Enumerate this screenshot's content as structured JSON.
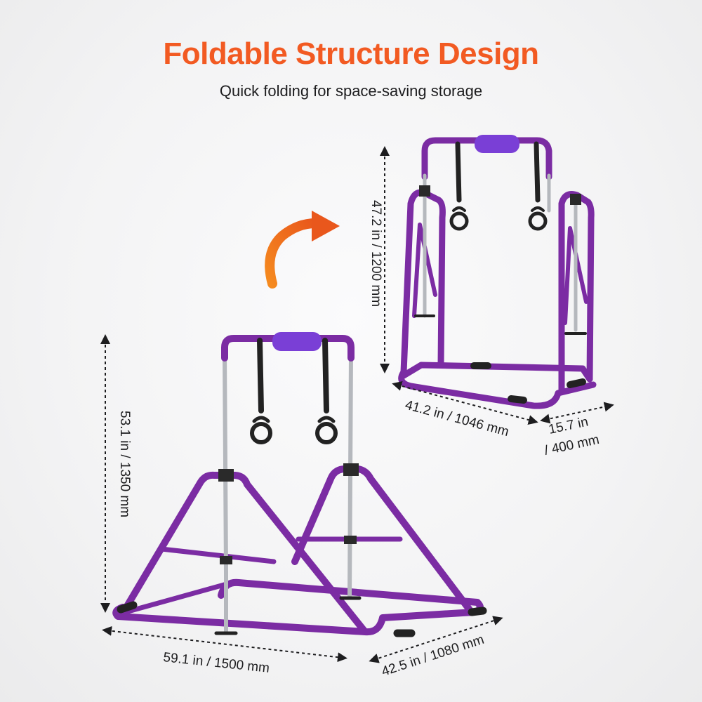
{
  "header": {
    "title": "Foldable Structure Design",
    "subtitle": "Quick folding for space-saving storage"
  },
  "colors": {
    "title": "#f25a22",
    "frame": "#7b2ca3",
    "frame_highlight": "#9a45c4",
    "pad": "#7a3fd6",
    "pole": "#b5b8bd",
    "strap": "#222222",
    "arrow": "#f07a1e"
  },
  "unfolded": {
    "height_label": "53.1 in / 1350 mm",
    "width_label": "59.1 in / 1500 mm",
    "depth_label": "42.5 in / 1080 mm"
  },
  "folded": {
    "height_label": "47.2 in / 1200 mm",
    "width_label": "41.2 in / 1046 mm",
    "depth_label_line1": "15.7 in",
    "depth_label_line2": "/ 400 mm"
  },
  "icons": {
    "transition": "curved-arrow-icon"
  }
}
